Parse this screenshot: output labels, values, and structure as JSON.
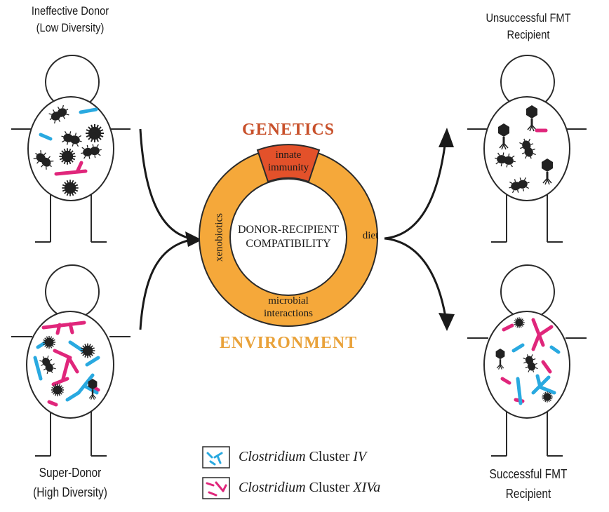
{
  "figures": {
    "ineffective_donor": {
      "line1": "Ineffective Donor",
      "line2": "(Low Diversity)"
    },
    "super_donor": {
      "line1": "Super-Donor",
      "line2": "(High Diversity)"
    },
    "unsuccessful_recipient": {
      "line1": "Unsuccessful FMT",
      "line2": "Recipient"
    },
    "successful_recipient": {
      "line1": "Successful FMT",
      "line2": "Recipient"
    }
  },
  "ring": {
    "top_heading": "GENETICS",
    "bottom_heading": "ENVIRONMENT",
    "center_line1": "DONOR-RECIPIENT",
    "center_line2": "COMPATIBILITY",
    "segment_top_line1": "innate",
    "segment_top_line2": "immunity",
    "segment_left": "xenobiotics",
    "segment_right": "diet",
    "segment_bottom_line1": "microbial",
    "segment_bottom_line2": "interactions"
  },
  "legend": {
    "item1_genus": "Clostridium",
    "item1_word": "Cluster",
    "item1_cluster": "IV",
    "item2_genus": "Clostridium",
    "item2_word": "Cluster",
    "item2_cluster": "XIVa"
  },
  "colors": {
    "ring_orange": "#f5a83a",
    "innate_red": "#e3512a",
    "genetics_text": "#c8502a",
    "environment_text": "#e9a23a",
    "cluster_iv_blue": "#29a9e0",
    "cluster_xiva_pink": "#e0267b",
    "outline": "#2a2a2a"
  }
}
